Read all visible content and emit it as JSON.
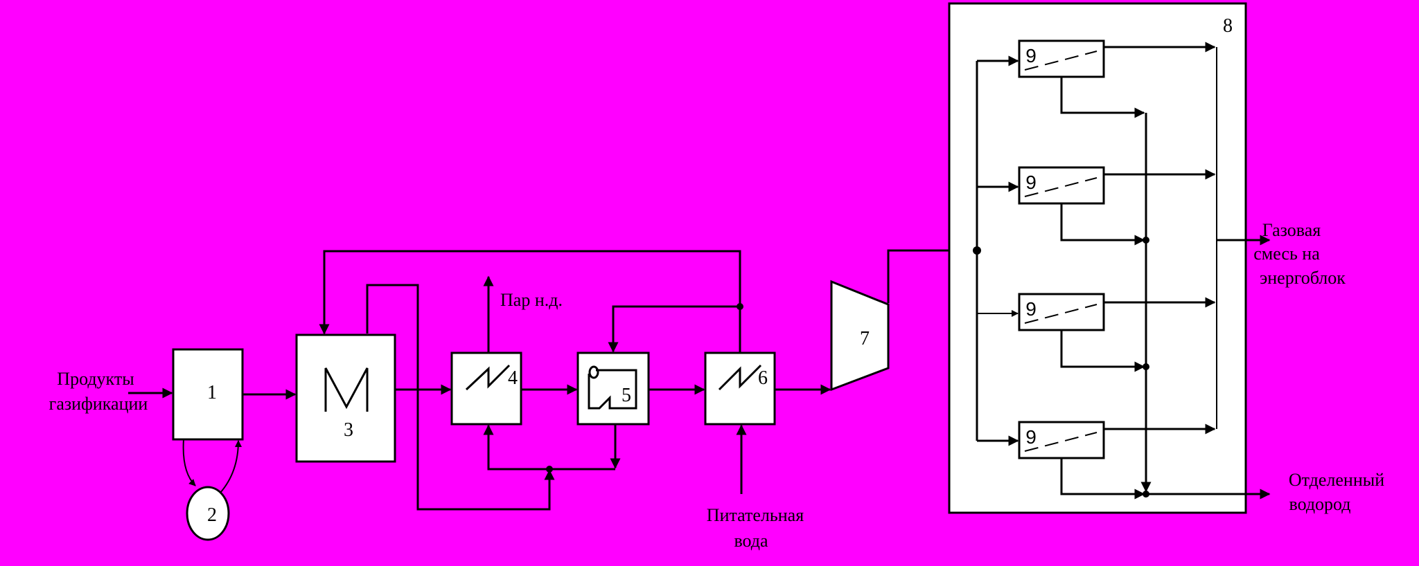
{
  "colors": {
    "background": "#ff00ff",
    "block_fill": "#ffffff",
    "line": "#000000"
  },
  "blocks": {
    "b1": "1",
    "b2": "2",
    "b3": "3",
    "b4": "4",
    "b5": "5",
    "b6": "6",
    "b7": "7",
    "b8": "8",
    "b9": "9"
  },
  "labels": {
    "input_line1": "Продукты",
    "input_line2": "газификации",
    "steam": "Пар н.д.",
    "feedwater_line1": "Питательная",
    "feedwater_line2": "вода",
    "gas_mix_line1": "Газовая",
    "gas_mix_line2": "смесь на",
    "gas_mix_line3": "энергоблок",
    "hydrogen_line1": "Отделенный",
    "hydrogen_line2": "водород"
  }
}
